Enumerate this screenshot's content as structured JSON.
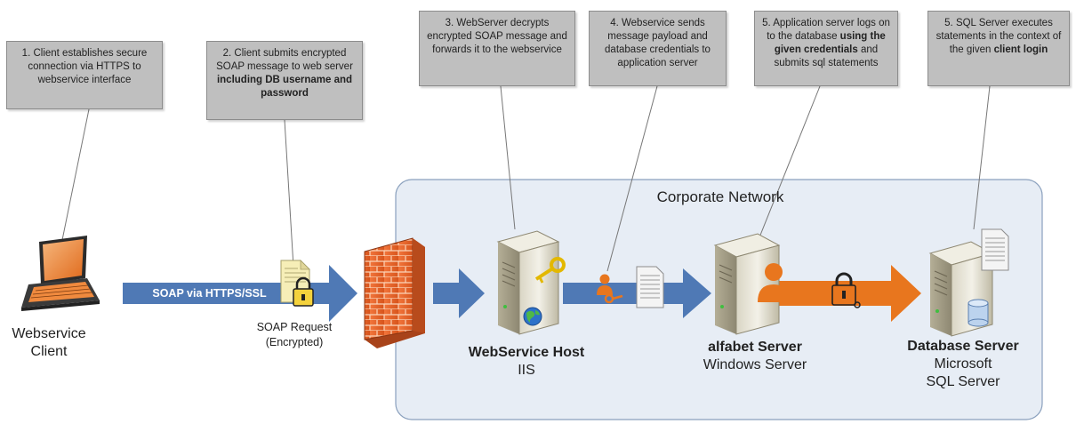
{
  "callouts": [
    {
      "id": "c1",
      "parts": [
        {
          "t": "1. Client establishes secure connection via HTTPS to webservice interface",
          "b": false
        }
      ]
    },
    {
      "id": "c2",
      "parts": [
        {
          "t": "2. Client submits encrypted SOAP message to web server ",
          "b": false
        },
        {
          "t": "including DB username and password",
          "b": true
        }
      ]
    },
    {
      "id": "c3",
      "parts": [
        {
          "t": "3. WebServer decrypts encrypted SOAP message and forwards it to the webservice",
          "b": false
        }
      ]
    },
    {
      "id": "c4",
      "parts": [
        {
          "t": "4. Webservice sends message payload and database credentials to application server",
          "b": false
        }
      ]
    },
    {
      "id": "c5",
      "parts": [
        {
          "t": "5. Application server logs on to the database ",
          "b": false
        },
        {
          "t": "using the given credentials",
          "b": true
        },
        {
          "t": " and submits sql statements",
          "b": false
        }
      ]
    },
    {
      "id": "c6",
      "parts": [
        {
          "t": "5. SQL Server executes statements in the context of the given ",
          "b": false
        },
        {
          "t": "client login",
          "b": true
        }
      ]
    }
  ],
  "network": {
    "label": "Corporate Network"
  },
  "client": {
    "line1": "Webservice",
    "line2": "Client"
  },
  "arrow": {
    "label": "SOAP via HTTPS/SSL"
  },
  "soap_request": {
    "line1": "SOAP Request",
    "line2": "(Encrypted)"
  },
  "servers": {
    "webservice_host": {
      "name": "WebService Host",
      "sub1": "IIS"
    },
    "alfabet": {
      "name": "alfabet Server",
      "sub1": "Windows Server"
    },
    "database": {
      "name": "Database Server",
      "sub1": "Microsoft",
      "sub2": "SQL Server"
    }
  },
  "colors": {
    "blue_arrow": "#4f79b5",
    "orange_arrow": "#e8761e",
    "network_fill": "#e7edf5",
    "callout_fill": "#bfbfbf"
  }
}
